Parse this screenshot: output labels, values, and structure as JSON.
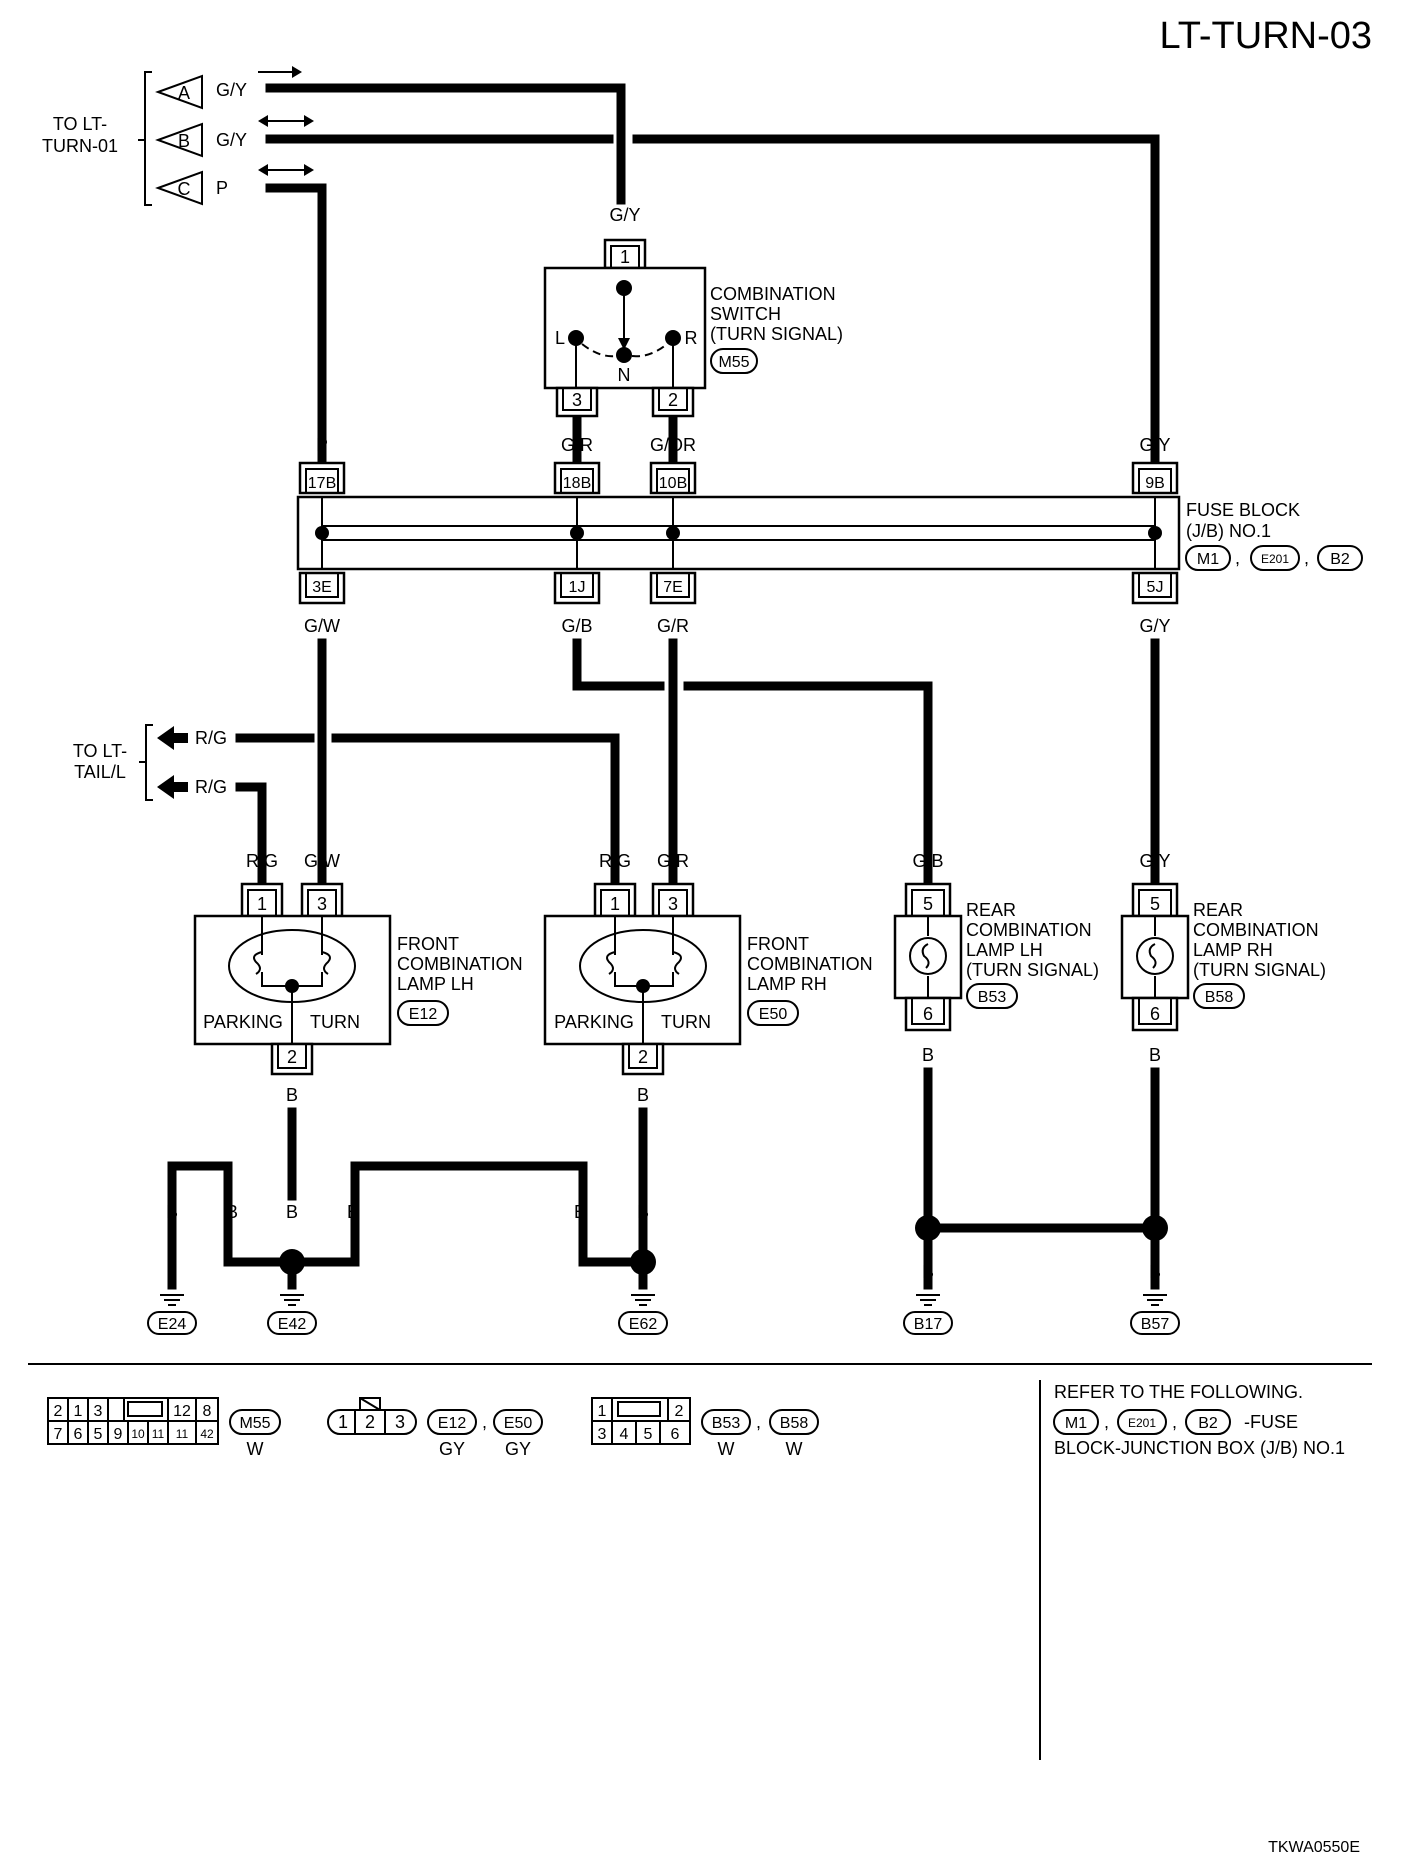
{
  "page": {
    "title": "LT-TURN-03",
    "code": "TKWA0550E"
  },
  "offpage": {
    "to_turn_01": "TO LT-\nTURN-01",
    "to_tail_l": "TO LT-\nTAIL/L",
    "connectors": [
      "A",
      "B",
      "C"
    ]
  },
  "wires": {
    "gy": "G/Y",
    "p": "P",
    "gr": "G/R",
    "gor": "G/OR",
    "gw": "G/W",
    "gb": "G/B",
    "rg": "R/G",
    "b": "B"
  },
  "combination_switch": {
    "name": "COMBINATION\nSWITCH\n(TURN SIGNAL)",
    "connector": "M55",
    "pins": [
      "1",
      "3",
      "2"
    ],
    "positions": [
      "L",
      "N",
      "R"
    ]
  },
  "fuse_block": {
    "name": "FUSE BLOCK\n(J/B) NO.1",
    "connectors": [
      "M1",
      "E201",
      "B2"
    ],
    "top_pins": [
      "17B",
      "18B",
      "10B",
      "9B"
    ],
    "bottom_pins": [
      "3E",
      "1J",
      "7E",
      "5J"
    ]
  },
  "front_lamp_lh": {
    "name": "FRONT\nCOMBINATION\nLAMP LH",
    "connector": "E12",
    "pins": [
      "1",
      "3",
      "2"
    ],
    "parking": "PARKING",
    "turn": "TURN"
  },
  "front_lamp_rh": {
    "name": "FRONT\nCOMBINATION\nLAMP RH",
    "connector": "E50",
    "pins": [
      "1",
      "3",
      "2"
    ],
    "parking": "PARKING",
    "turn": "TURN"
  },
  "rear_lamp_lh": {
    "name": "REAR\nCOMBINATION\nLAMP LH\n(TURN SIGNAL)",
    "connector": "B53",
    "pins": [
      "5",
      "6"
    ]
  },
  "rear_lamp_rh": {
    "name": "REAR\nCOMBINATION\nLAMP RH\n(TURN SIGNAL)",
    "connector": "B58",
    "pins": [
      "5",
      "6"
    ]
  },
  "grounds": [
    "E24",
    "E42",
    "E62",
    "B17",
    "B57"
  ],
  "legend": {
    "m55_pins_top": [
      "2",
      "1",
      "3",
      "",
      "12",
      "8"
    ],
    "m55_pins_bottom": [
      "7",
      "6",
      "5",
      "9",
      "10",
      "11",
      "42"
    ],
    "m55_label": "M55",
    "m55_color": "W",
    "e_pins": [
      "1",
      "2",
      "3"
    ],
    "e_labels": [
      "E12",
      "E50"
    ],
    "e_colors": [
      "GY",
      "GY"
    ],
    "b_pins_top": [
      "1",
      "",
      "2"
    ],
    "b_pins_bottom": [
      "3",
      "4",
      "5",
      "6"
    ],
    "b_labels": [
      "B53",
      "B58"
    ],
    "b_colors": [
      "W",
      "W"
    ],
    "refer_text": "REFER TO THE FOLLOWING.",
    "refer_connectors": [
      "M1",
      "E201",
      "B2"
    ],
    "refer_suffix": "-FUSE",
    "refer_desc": "BLOCK-JUNCTION BOX (J/B) NO.1"
  }
}
